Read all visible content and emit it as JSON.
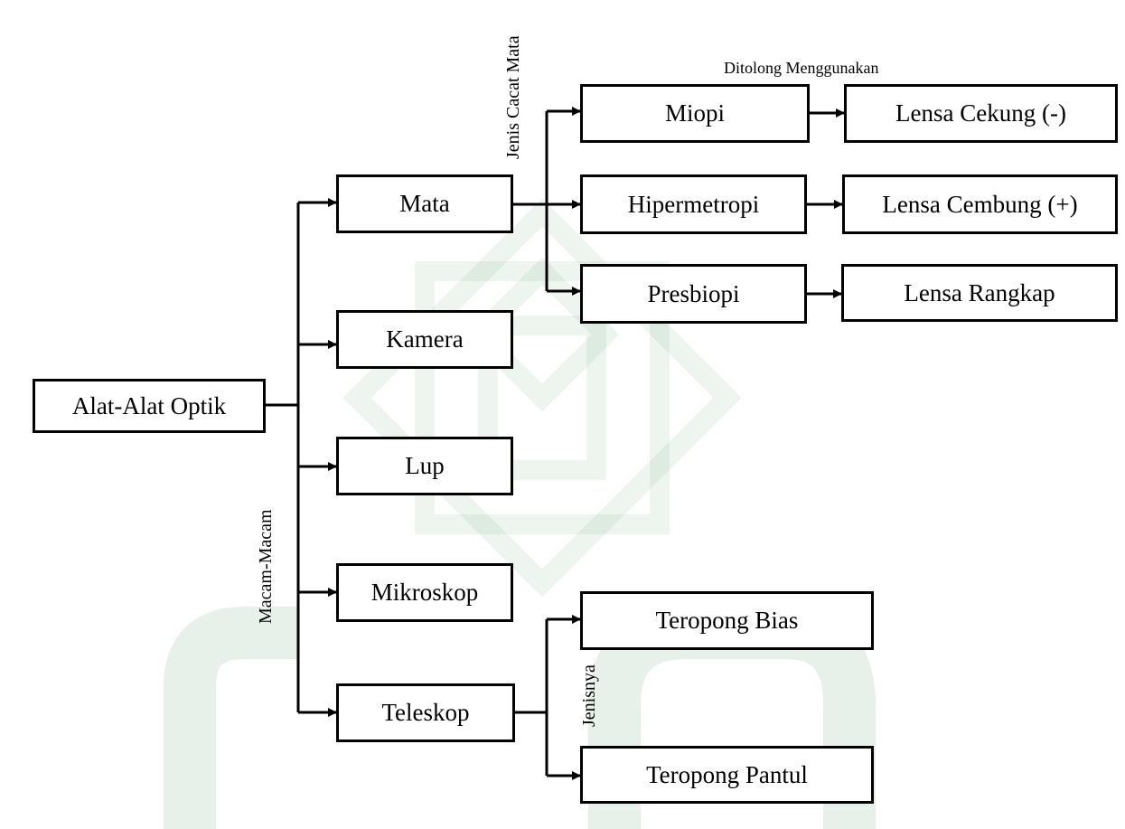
{
  "colors": {
    "line": "#000000",
    "box_border": "#000000",
    "background": "#ffffff",
    "watermark_green": "#3f8f4e"
  },
  "nodes": {
    "root": "Alat-Alat Optik",
    "mata": "Mata",
    "kamera": "Kamera",
    "lup": "Lup",
    "mikroskop": "Mikroskop",
    "teleskop": "Teleskop",
    "miopi": "Miopi",
    "hipermetropi": "Hipermetropi",
    "presbiopi": "Presbiopi",
    "lensa_cekung": "Lensa Cekung (-)",
    "lensa_cembung": "Lensa Cembung (+)",
    "lensa_rangkap": "Lensa Rangkap",
    "teropong_bias": "Teropong Bias",
    "teropong_pantul": "Teropong Pantul"
  },
  "edge_labels": {
    "macam_macam": "Macam-Macam",
    "jenis_cacat_mata": "Jenis Cacat Mata",
    "ditolong_menggunakan": "Ditolong Menggunakan",
    "jenisnya": "Jenisnya"
  }
}
